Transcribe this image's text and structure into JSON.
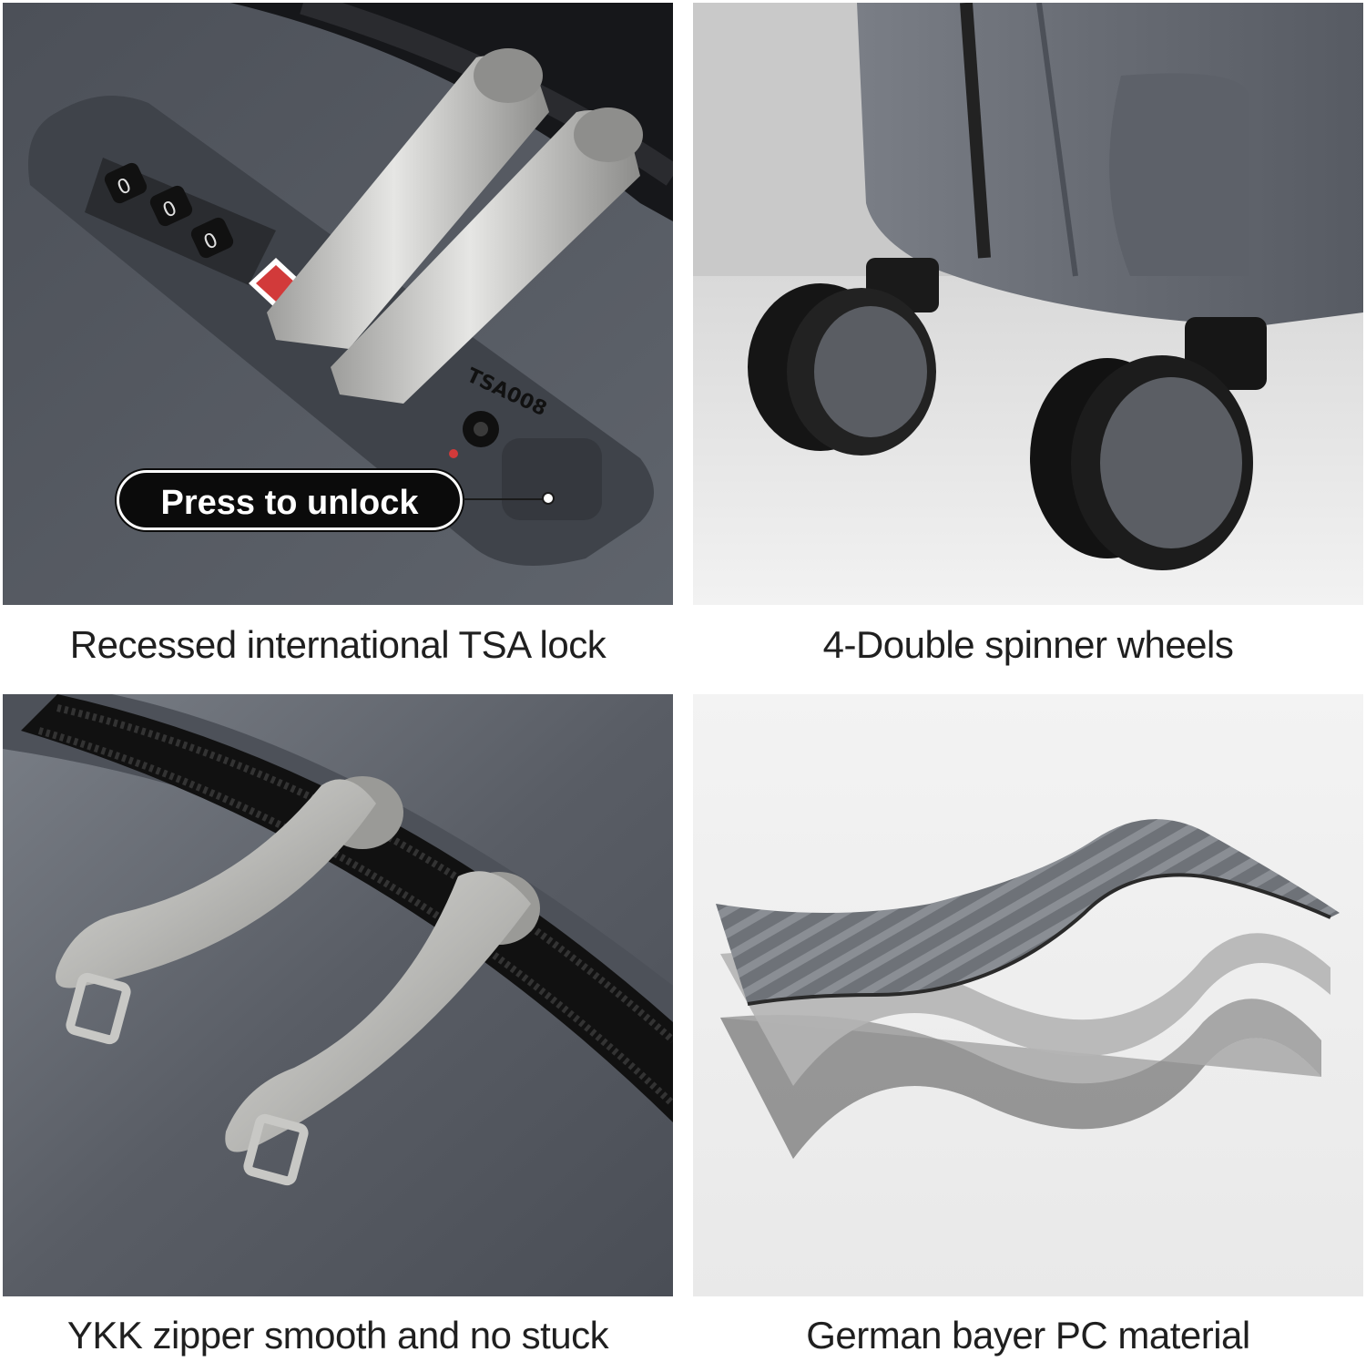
{
  "panels": [
    {
      "caption": "Recessed international TSA lock",
      "callout": "Press to unlock"
    },
    {
      "caption": "4-Double spinner wheels"
    },
    {
      "caption": "YKK zipper smooth and no stuck"
    },
    {
      "caption": "German bayer PC material"
    }
  ],
  "lock_code": "TSA008",
  "colors": {
    "shell": "#5e636b",
    "shell_dark": "#474b52",
    "metal": "#c9c9c7",
    "black": "#111111",
    "tsa_red": "#d23a3a"
  }
}
